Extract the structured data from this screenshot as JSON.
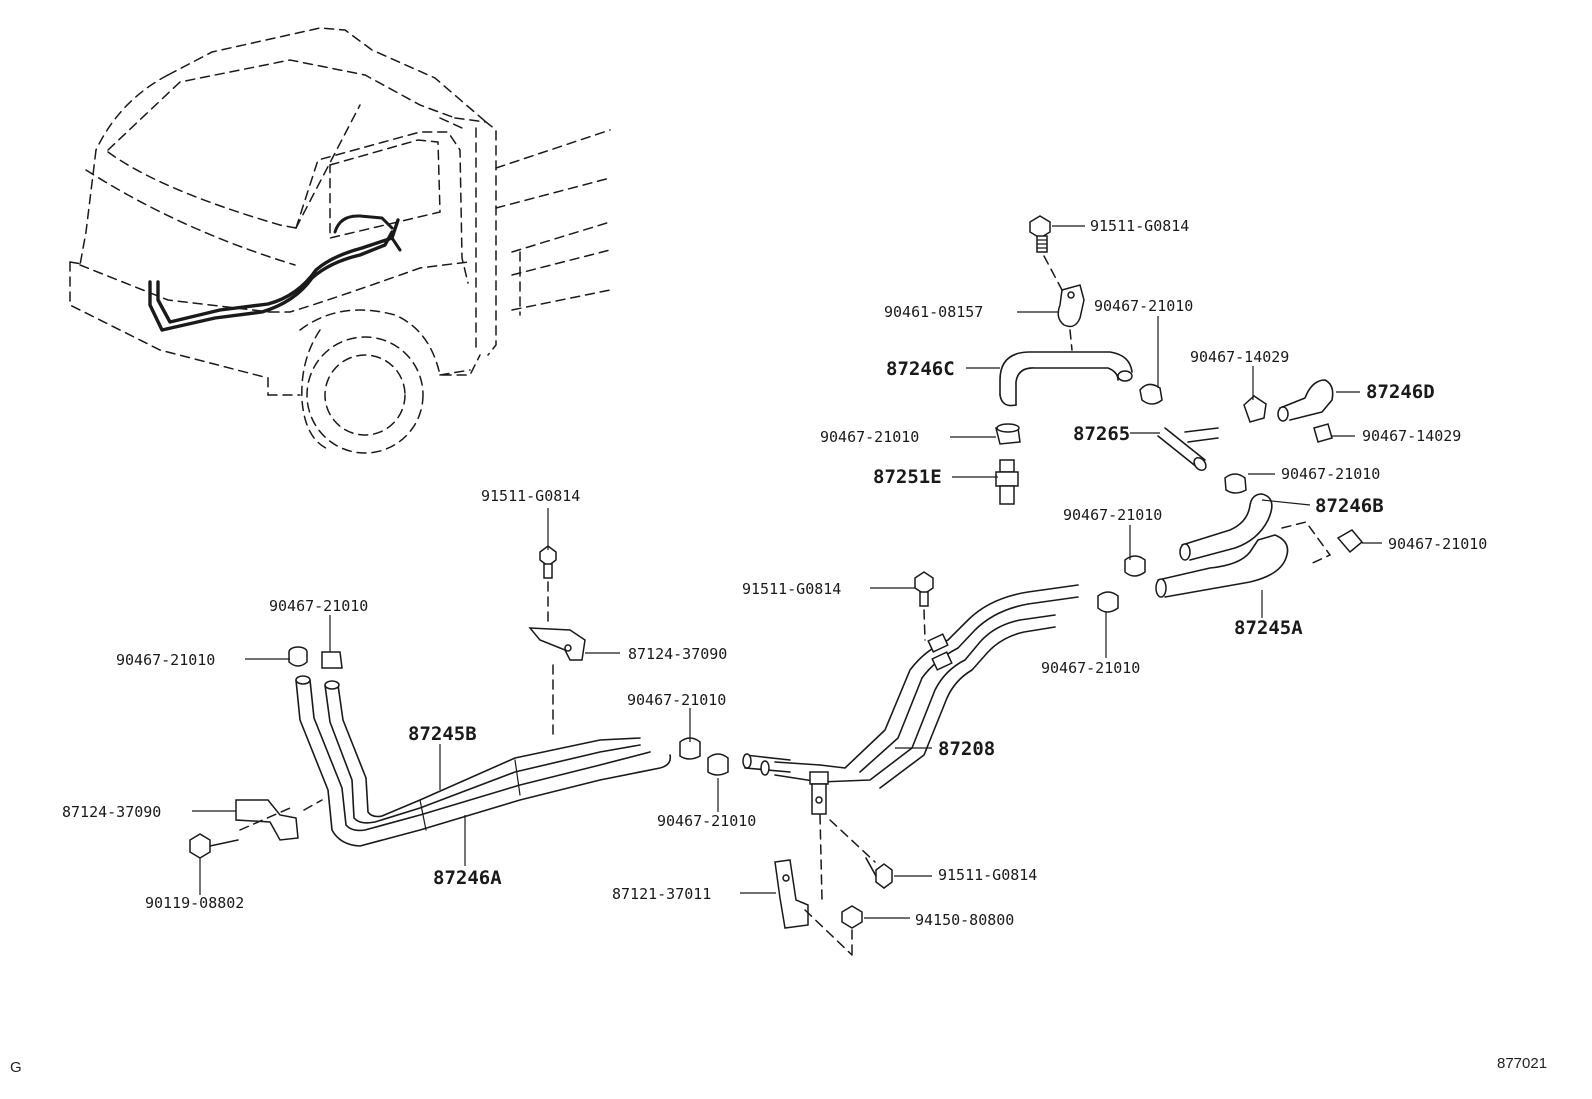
{
  "parts": {
    "p1": "91511-G0814",
    "p2": "90461-08157",
    "p3": "90467-21010",
    "p4": "87246C",
    "p5": "90467-14029",
    "p6": "87246D",
    "p7": "90467-21010",
    "p8": "87265",
    "p9": "90467-14029",
    "p10": "87251E",
    "p11": "90467-21010",
    "p12": "87246B",
    "p13": "90467-21010",
    "p14": "90467-21010",
    "p15": "87245A",
    "p16": "90467-21010",
    "p17": "91511-G0814",
    "p18": "91511-G0814",
    "p19": "90467-21010",
    "p20": "90467-21010",
    "p21": "87124-37090",
    "p22": "90467-21010",
    "p23": "87245B",
    "p24": "87208",
    "p25": "87124-37090",
    "p26": "90467-21010",
    "p27": "87246A",
    "p28": "90119-08802",
    "p29": "91511-G0814",
    "p30": "87121-37011",
    "p31": "94150-80800"
  },
  "footer": {
    "left": "G",
    "right": "877021"
  }
}
